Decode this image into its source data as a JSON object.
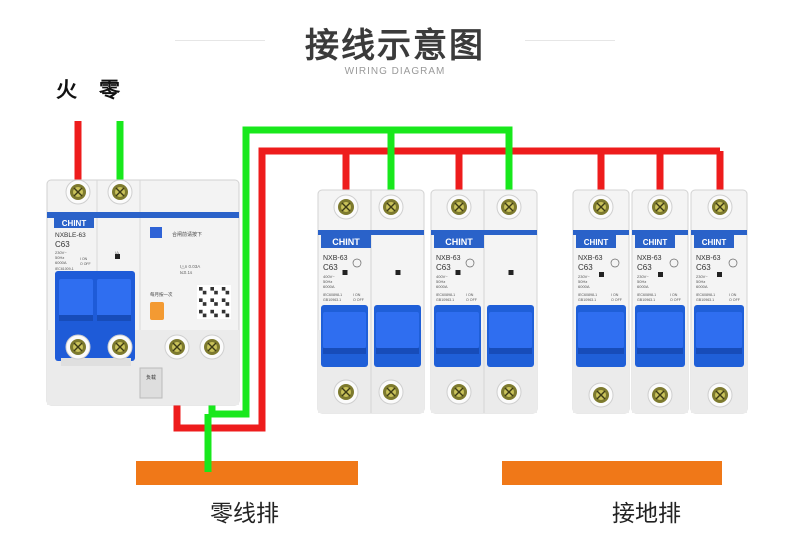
{
  "title": "接线示意图",
  "subtitle": "WIRING DIAGRAM",
  "wire_labels": {
    "live": "火",
    "neutral": "零"
  },
  "colors": {
    "live_wire": "#ee1c1c",
    "neutral_wire": "#18e81c",
    "busbar": "#f07818",
    "breaker_blue": "#1f5fd8",
    "brand_blue": "#2a62c9"
  },
  "bars": {
    "neutral_bar": "零线排",
    "earth_bar": "接地排"
  },
  "rcbo": {
    "brand": "CHINT",
    "model": "NXBLE-63",
    "rating": "C63",
    "specs": [
      "230V~",
      "50Hz",
      "6000A"
    ],
    "standards": [
      "IEC61009-1",
      "GB16917.1"
    ],
    "onoff": [
      "I ON",
      "O OFF"
    ],
    "notice": "合闸前请按下",
    "test_label": "每月按一次",
    "trip_label": "I△n 0.03A",
    "trip_time": "t≤0.1s",
    "load_label": "负载",
    "small_label": "IΔ"
  },
  "breakers_2p": [
    {
      "brand": "CHINT",
      "model": "NXB-63",
      "rating": "C63",
      "specs": [
        "400V~",
        "50Hz",
        "6000A"
      ],
      "standards": [
        "IEC60898-1",
        "GB10963.1"
      ],
      "onoff": [
        "I ON",
        "O OFF"
      ]
    },
    {
      "brand": "CHINT",
      "model": "NXB-63",
      "rating": "C63",
      "specs": [
        "400V~",
        "50Hz",
        "6000A"
      ],
      "standards": [
        "IEC60898-1",
        "GB10963.1"
      ],
      "onoff": [
        "I ON",
        "O OFF"
      ]
    }
  ],
  "breakers_1p": [
    {
      "brand": "CHINT",
      "model": "NXB-63",
      "rating": "C63",
      "specs": [
        "230V~",
        "50Hz",
        "6000A"
      ],
      "standards": [
        "IEC60898-1",
        "GB10963.1"
      ],
      "onoff": [
        "I ON",
        "O OFF"
      ]
    },
    {
      "brand": "CHINT",
      "model": "NXB-63",
      "rating": "C63",
      "specs": [
        "230V~",
        "50Hz",
        "6000A"
      ],
      "standards": [
        "IEC60898-1",
        "GB10963.1"
      ],
      "onoff": [
        "I ON",
        "O OFF"
      ]
    },
    {
      "brand": "CHINT",
      "model": "NXB-63",
      "rating": "C63",
      "specs": [
        "230V~",
        "50Hz",
        "6000A"
      ],
      "standards": [
        "IEC60898-1",
        "GB10963.1"
      ],
      "onoff": [
        "I ON",
        "O OFF"
      ]
    }
  ]
}
